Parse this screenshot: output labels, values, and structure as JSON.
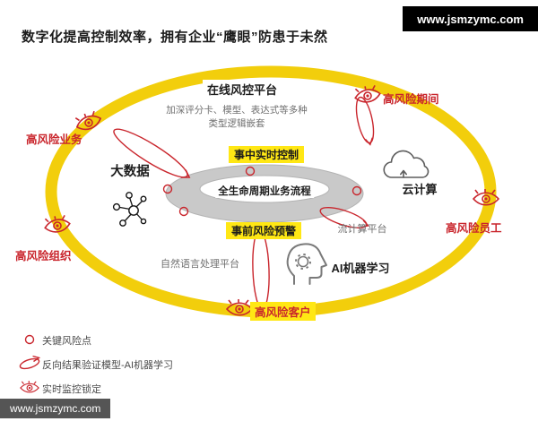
{
  "watermarks": {
    "top_right": "www.jsmzymc.com",
    "bottom_left": "www.jsmzymc.com"
  },
  "title": "数字化提高控制效率，拥有企业“鹰眼”防患于未然",
  "platform": {
    "label": "在线风控平台"
  },
  "center": {
    "nested_logic_line1": "加深评分卡、模型、表达式等多种",
    "nested_logic_line2": "类型逻辑嵌套",
    "in_event_control": "事中实时控制",
    "lifecycle": "全生命周期业务流程",
    "pre_event_warning": "事前风险预警"
  },
  "tech": {
    "big_data": "大数据",
    "cloud": "云计算",
    "stream_platform": "流计算平台",
    "nlp_platform": "自然语言处理平台",
    "ai_ml": "AI机器学习"
  },
  "risks": {
    "period": "高风险期间",
    "business": "高风险业务",
    "employee": "高风险员工",
    "organization": "高风险组织",
    "customer": "高风险客户"
  },
  "legend": [
    {
      "label": "关键风险点"
    },
    {
      "label": "反向结果验证模型-AI机器学习"
    },
    {
      "label": "实时监控锁定"
    }
  ],
  "colors": {
    "ring_yellow": "#f2ce0c",
    "highlight_yellow": "#ffe714",
    "risk_red": "#c9252c",
    "torus_gray": "#c9c9c9"
  }
}
